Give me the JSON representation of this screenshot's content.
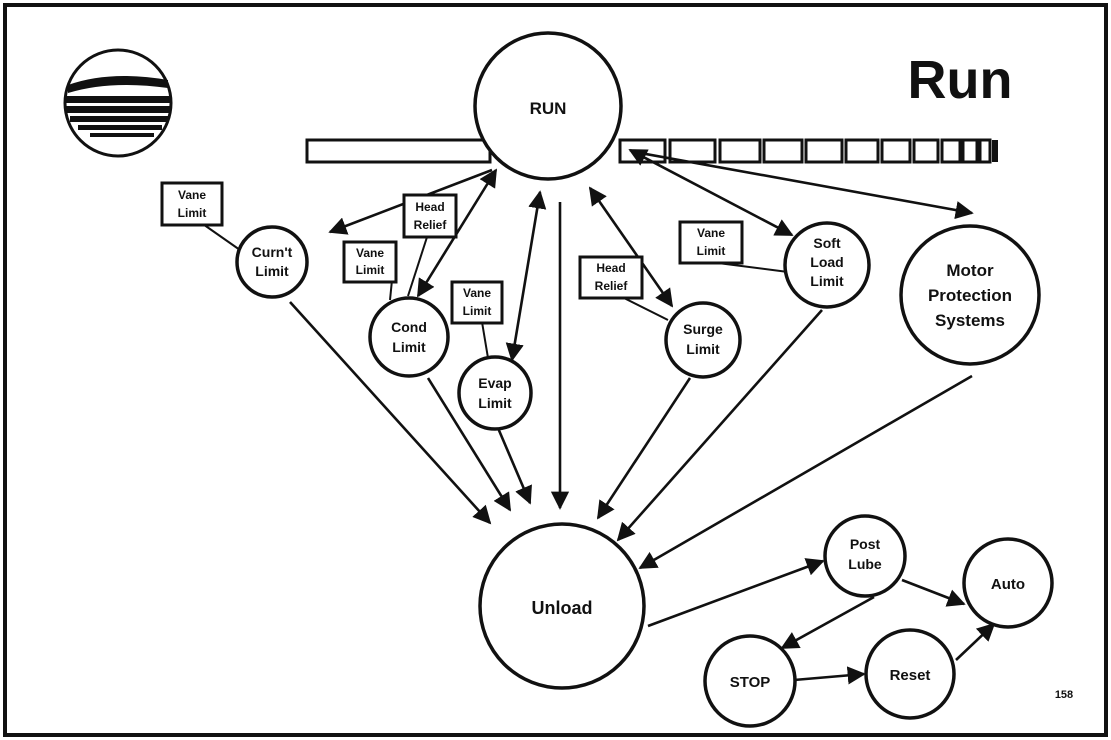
{
  "title": "Run",
  "page_number": "158",
  "nodes": {
    "run": "RUN",
    "curr_limit": [
      "Curn't",
      "Limit"
    ],
    "cond_limit": [
      "Cond",
      "Limit"
    ],
    "evap_limit": [
      "Evap",
      "Limit"
    ],
    "surge_limit": [
      "Surge",
      "Limit"
    ],
    "soft_load_limit": [
      "Soft",
      "Load",
      "Limit"
    ],
    "motor_protection": [
      "Motor",
      "Protection",
      "Systems"
    ],
    "unload": "Unload",
    "post_lube": [
      "Post",
      "Lube"
    ],
    "auto": "Auto",
    "stop": "STOP",
    "reset": "Reset"
  },
  "boxes": {
    "vane_curr": [
      "Vane",
      "Limit"
    ],
    "head_cond": [
      "Head",
      "Relief"
    ],
    "vane_cond": [
      "Vane",
      "Limit"
    ],
    "vane_evap": [
      "Vane",
      "Limit"
    ],
    "head_surge": [
      "Head",
      "Relief"
    ],
    "vane_soft": [
      "Vane",
      "Limit"
    ]
  },
  "colors": {
    "ink": "#111111",
    "paper": "#ffffff"
  }
}
